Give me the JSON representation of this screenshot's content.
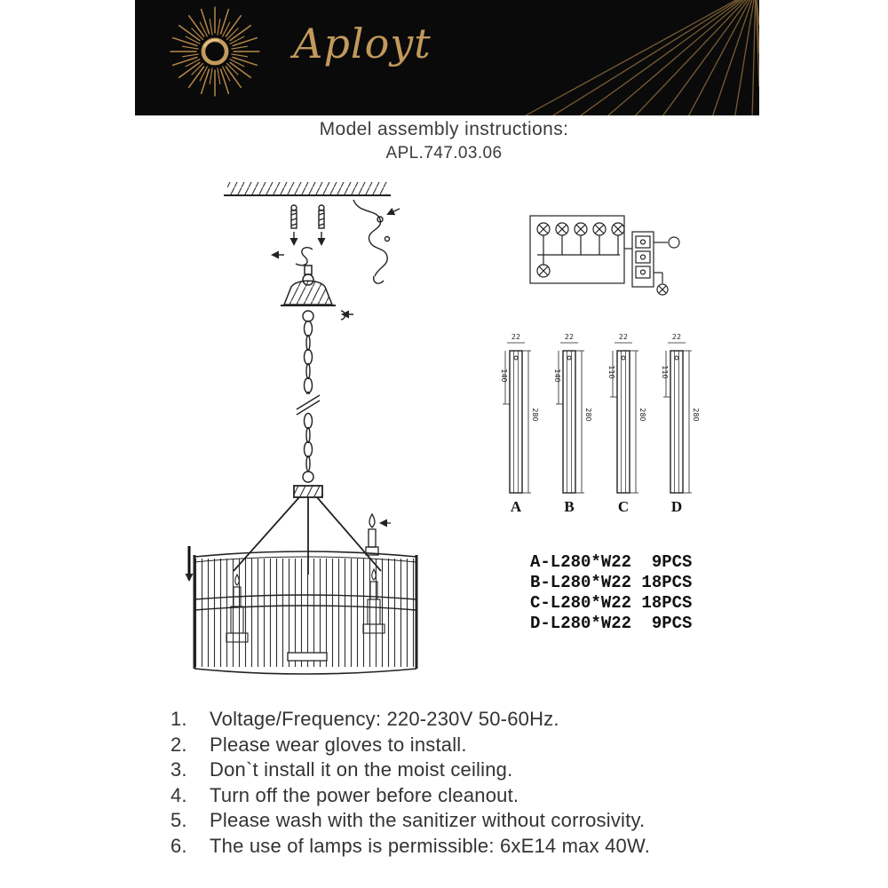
{
  "colors": {
    "header_bg": "#0a0a0a",
    "brand_gold": "#c2995c",
    "ray_gold": "#7e6136",
    "ink": "#2e2e2e"
  },
  "header": {
    "brand": "Aployt"
  },
  "title": {
    "heading": "Model assembly instructions:",
    "model": "APL.747.03.06"
  },
  "diagram": {
    "crystal_labels": [
      "A",
      "B",
      "C",
      "D"
    ],
    "dims": {
      "w": "22",
      "l": "280",
      "ab": "140",
      "cd": "110"
    },
    "parts": [
      "A-L280*W22  9PCS",
      "B-L280*W22 18PCS",
      "C-L280*W22 18PCS",
      "D-L280*W22  9PCS"
    ]
  },
  "instructions": [
    {
      "num": "1.",
      "text": "Voltage/Frequency: 220-230V 50-60Hz."
    },
    {
      "num": "2.",
      "text": "Please wear gloves to install."
    },
    {
      "num": "3.",
      "text": "Don`t install it on the moist ceiling."
    },
    {
      "num": "4.",
      "text": "Turn off the power before cleanout."
    },
    {
      "num": "5.",
      "text": "Please wash with the sanitizer without corrosivity."
    },
    {
      "num": "6.",
      "text": "The use of lamps is permissible: 6xE14 max 40W."
    }
  ]
}
